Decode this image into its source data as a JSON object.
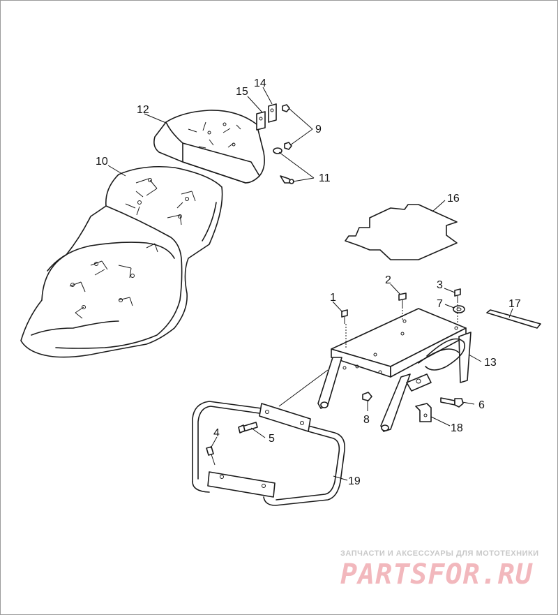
{
  "callouts": {
    "c1": "1",
    "c2": "2",
    "c3": "3",
    "c4": "4",
    "c5": "5",
    "c6": "6",
    "c7": "7",
    "c8": "8",
    "c9": "9",
    "c10": "10",
    "c11": "11",
    "c12": "12",
    "c13": "13",
    "c14": "14",
    "c15": "15",
    "c16": "16",
    "c17": "17",
    "c18": "18",
    "c19": "19"
  },
  "watermark": {
    "tagline": "ЗАПЧАСТИ И АКСЕССУАРЫ ДЛЯ МОТОТЕХНИКИ",
    "logo": "PARTSFOR.RU"
  },
  "colors": {
    "line": "#1a1a1a",
    "watermark_tagline": "#c8c8c8",
    "watermark_logo": "#f2b8bd",
    "frame": "#9a9a9a"
  }
}
